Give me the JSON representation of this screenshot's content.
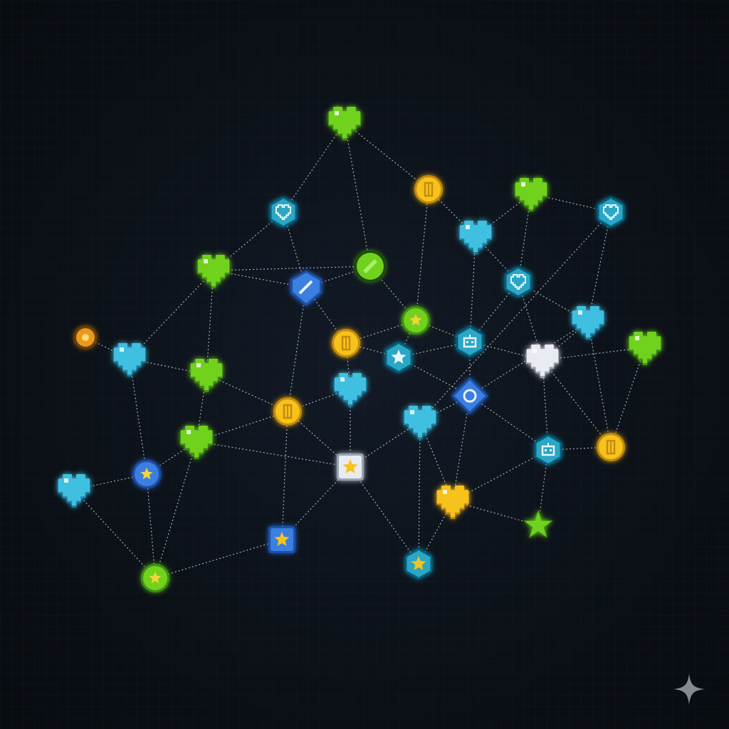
{
  "palette": {
    "background": "#0b0f16",
    "edge": "#d8dde6",
    "green": "#6fd21e",
    "green_dark": "#3f8f12",
    "cyan": "#3fc0e0",
    "cyan_dark": "#1d7fa3",
    "teal": "#2aa7c4",
    "yellow": "#f6c21a",
    "yellow_dark": "#c58a0a",
    "blue": "#3a7fe0",
    "blue_dark": "#1f4fa8",
    "white": "#e8ecf2",
    "orange": "#e89a1a"
  },
  "nodes": [
    {
      "id": "n1",
      "kind": "heart",
      "color": "green",
      "icon": "green-heart-icon"
    },
    {
      "id": "n2",
      "kind": "coin",
      "color": "yellow",
      "icon": "gold-coin-icon"
    },
    {
      "id": "n3",
      "kind": "heart",
      "color": "green",
      "icon": "green-heart-icon"
    },
    {
      "id": "n4",
      "kind": "hexheart",
      "color": "teal",
      "icon": "teal-heart-token-icon"
    },
    {
      "id": "n5",
      "kind": "hexheart",
      "color": "teal",
      "icon": "teal-heart-token-icon"
    },
    {
      "id": "n6",
      "kind": "heart",
      "color": "cyan",
      "icon": "cyan-heart-icon"
    },
    {
      "id": "n7",
      "kind": "heart",
      "color": "green",
      "icon": "green-heart-icon"
    },
    {
      "id": "n8",
      "kind": "gem",
      "color": "green",
      "icon": "green-gem-icon"
    },
    {
      "id": "n9",
      "kind": "shield",
      "color": "blue",
      "icon": "blue-shield-icon"
    },
    {
      "id": "n10",
      "kind": "hexheart",
      "color": "teal",
      "icon": "teal-heart-token-icon"
    },
    {
      "id": "n11",
      "kind": "round",
      "color": "green",
      "icon": "green-leaf-token-icon"
    },
    {
      "id": "n12",
      "kind": "heart",
      "color": "cyan",
      "icon": "cyan-heart-icon"
    },
    {
      "id": "n13",
      "kind": "sun",
      "color": "orange",
      "icon": "orange-sun-icon"
    },
    {
      "id": "n14",
      "kind": "heart",
      "color": "cyan",
      "icon": "cyan-heart-icon"
    },
    {
      "id": "n15",
      "kind": "heart",
      "color": "green",
      "icon": "green-heart-icon"
    },
    {
      "id": "n16",
      "kind": "coin",
      "color": "yellow",
      "icon": "gold-coin-icon"
    },
    {
      "id": "n17",
      "kind": "hexstar",
      "color": "teal",
      "icon": "teal-star-token-icon"
    },
    {
      "id": "n18",
      "kind": "hexrobot",
      "color": "teal",
      "icon": "teal-robot-token-icon"
    },
    {
      "id": "n19",
      "kind": "heart",
      "color": "white",
      "icon": "white-heart-icon"
    },
    {
      "id": "n20",
      "kind": "heart",
      "color": "green",
      "icon": "green-heart-icon"
    },
    {
      "id": "n21",
      "kind": "heart",
      "color": "cyan",
      "icon": "cyan-heart-icon"
    },
    {
      "id": "n22",
      "kind": "diamond",
      "color": "blue",
      "icon": "blue-diamond-icon"
    },
    {
      "id": "n23",
      "kind": "coin",
      "color": "yellow",
      "icon": "gold-runner-coin-icon"
    },
    {
      "id": "n24",
      "kind": "heart",
      "color": "cyan",
      "icon": "cyan-heart-icon"
    },
    {
      "id": "n25",
      "kind": "heart",
      "color": "green",
      "icon": "green-heart-icon"
    },
    {
      "id": "n26",
      "kind": "hexrobot",
      "color": "teal",
      "icon": "teal-robot-token-icon"
    },
    {
      "id": "n27",
      "kind": "coin",
      "color": "yellow",
      "icon": "gold-coin-icon"
    },
    {
      "id": "n28",
      "kind": "round",
      "color": "blue",
      "icon": "blue-sun-token-icon"
    },
    {
      "id": "n29",
      "kind": "heart",
      "color": "cyan",
      "icon": "cyan-heart-icon"
    },
    {
      "id": "n30",
      "kind": "square",
      "color": "white",
      "icon": "white-star-tile-icon"
    },
    {
      "id": "n31",
      "kind": "heart",
      "color": "yellow",
      "icon": "yellow-heart-icon"
    },
    {
      "id": "n32",
      "kind": "star",
      "color": "green",
      "icon": "green-star-icon"
    },
    {
      "id": "n33",
      "kind": "square",
      "color": "blue",
      "icon": "blue-star-tile-icon"
    },
    {
      "id": "n34",
      "kind": "hexstar",
      "color": "teal",
      "icon": "teal-star-token-icon"
    },
    {
      "id": "n35",
      "kind": "round",
      "color": "green",
      "icon": "green-leaf-token-icon"
    }
  ],
  "edges": [
    [
      "n1",
      "n2"
    ],
    [
      "n1",
      "n4"
    ],
    [
      "n1",
      "n8"
    ],
    [
      "n2",
      "n6"
    ],
    [
      "n2",
      "n11"
    ],
    [
      "n3",
      "n6"
    ],
    [
      "n3",
      "n5"
    ],
    [
      "n3",
      "n10"
    ],
    [
      "n5",
      "n29"
    ],
    [
      "n5",
      "n24"
    ],
    [
      "n6",
      "n10"
    ],
    [
      "n6",
      "n18"
    ],
    [
      "n4",
      "n7"
    ],
    [
      "n4",
      "n9"
    ],
    [
      "n7",
      "n8"
    ],
    [
      "n7",
      "n9"
    ],
    [
      "n7",
      "n12"
    ],
    [
      "n7",
      "n15"
    ],
    [
      "n8",
      "n9"
    ],
    [
      "n8",
      "n11"
    ],
    [
      "n9",
      "n16"
    ],
    [
      "n9",
      "n23"
    ],
    [
      "n10",
      "n18"
    ],
    [
      "n10",
      "n24"
    ],
    [
      "n10",
      "n19"
    ],
    [
      "n11",
      "n16"
    ],
    [
      "n11",
      "n17"
    ],
    [
      "n11",
      "n18"
    ],
    [
      "n13",
      "n12"
    ],
    [
      "n12",
      "n15"
    ],
    [
      "n12",
      "n28"
    ],
    [
      "n15",
      "n23"
    ],
    [
      "n15",
      "n25"
    ],
    [
      "n16",
      "n21"
    ],
    [
      "n16",
      "n17"
    ],
    [
      "n17",
      "n18"
    ],
    [
      "n17",
      "n22"
    ],
    [
      "n18",
      "n22"
    ],
    [
      "n18",
      "n19"
    ],
    [
      "n19",
      "n20"
    ],
    [
      "n19",
      "n24"
    ],
    [
      "n19",
      "n26"
    ],
    [
      "n19",
      "n27"
    ],
    [
      "n20",
      "n27"
    ],
    [
      "n24",
      "n27"
    ],
    [
      "n21",
      "n23"
    ],
    [
      "n21",
      "n30"
    ],
    [
      "n22",
      "n24"
    ],
    [
      "n22",
      "n26"
    ],
    [
      "n22",
      "n31"
    ],
    [
      "n22",
      "n29"
    ],
    [
      "n23",
      "n25"
    ],
    [
      "n23",
      "n33"
    ],
    [
      "n23",
      "n30"
    ],
    [
      "n25",
      "n28"
    ],
    [
      "n25",
      "n30"
    ],
    [
      "n25",
      "n35"
    ],
    [
      "n26",
      "n27"
    ],
    [
      "n26",
      "n31"
    ],
    [
      "n26",
      "n32"
    ],
    [
      "n29",
      "n30"
    ],
    [
      "n29",
      "n31"
    ],
    [
      "n29",
      "n34"
    ],
    [
      "n30",
      "n33"
    ],
    [
      "n30",
      "n34"
    ],
    [
      "n31",
      "n32"
    ],
    [
      "n31",
      "n34"
    ],
    [
      "n28",
      "n35"
    ],
    [
      "n28",
      "n14"
    ],
    [
      "n14",
      "n35"
    ],
    [
      "n33",
      "n35"
    ]
  ],
  "watermark": {
    "icon": "sparkle-icon"
  }
}
